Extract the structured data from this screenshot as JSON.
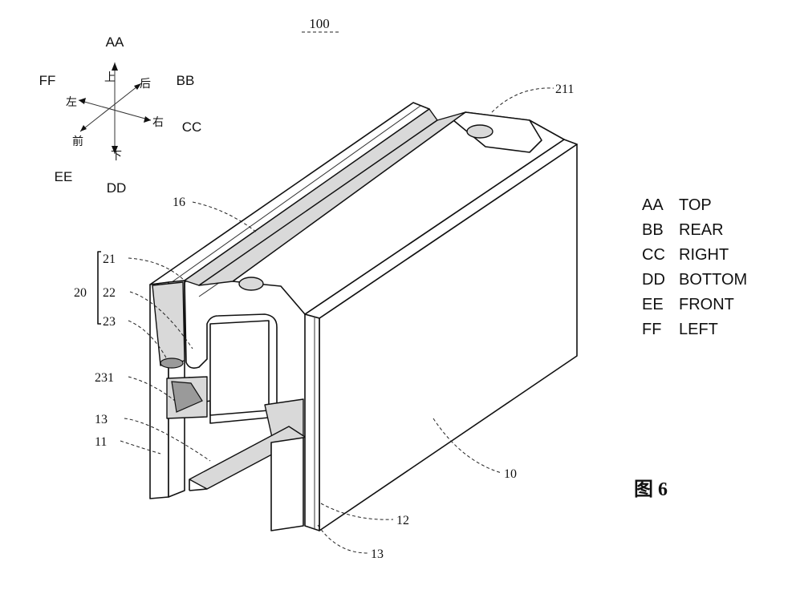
{
  "figure_number": "100",
  "figure_caption": "图 6",
  "compass": {
    "top_code": "AA",
    "rear_code": "BB",
    "right_code": "CC",
    "bottom_code": "DD",
    "front_code": "EE",
    "left_code": "FF",
    "top_char": "上",
    "rear_char": "后",
    "right_char": "右",
    "bottom_char": "下",
    "front_char": "前",
    "left_char": "左"
  },
  "legend": [
    {
      "code": "AA",
      "meaning": "TOP"
    },
    {
      "code": "BB",
      "meaning": "REAR"
    },
    {
      "code": "CC",
      "meaning": "RIGHT"
    },
    {
      "code": "DD",
      "meaning": "BOTTOM"
    },
    {
      "code": "EE",
      "meaning": "FRONT"
    },
    {
      "code": "FF",
      "meaning": "LEFT"
    }
  ],
  "reference_labels": {
    "r211": "211",
    "r16": "16",
    "r21": "21",
    "r20": "20",
    "r22": "22",
    "r23": "23",
    "r231": "231",
    "r13a": "13",
    "r11": "11",
    "r10": "10",
    "r12": "12",
    "r13b": "13"
  }
}
